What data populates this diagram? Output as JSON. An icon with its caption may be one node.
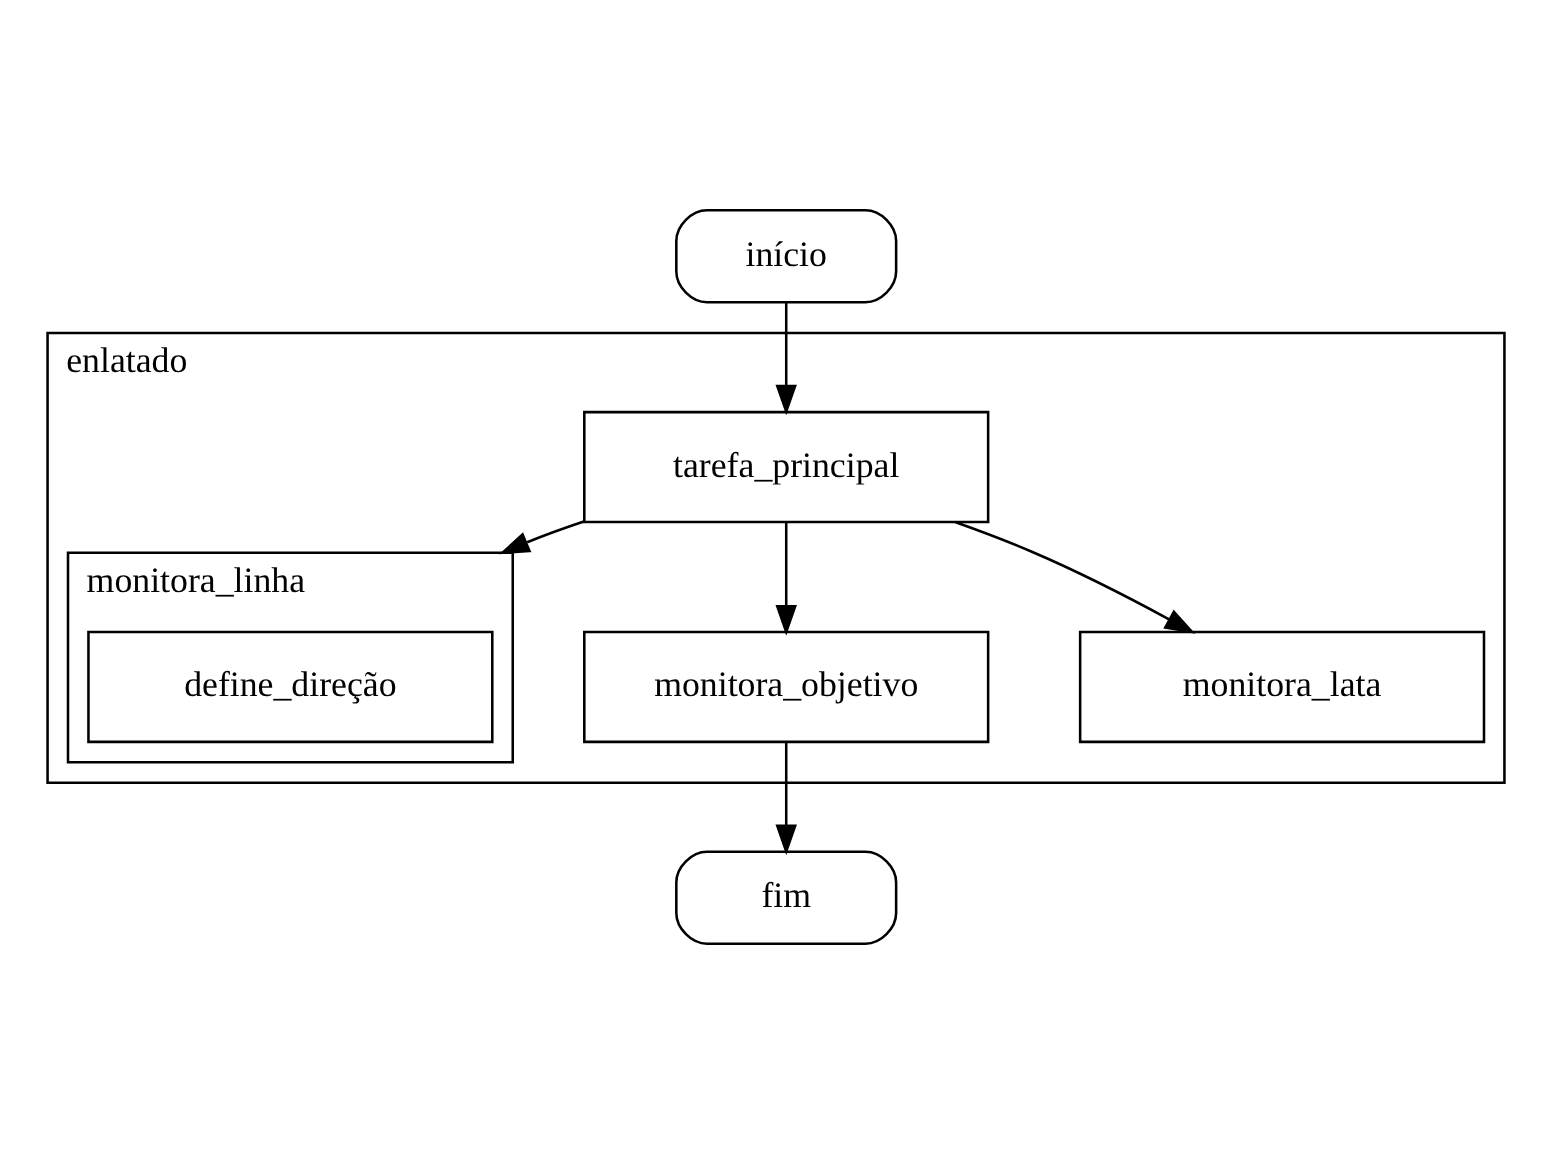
{
  "diagram": {
    "nodes": [
      {
        "text": [
          "início"
        ]
      },
      {
        "text": [
          "enlatado"
        ]
      },
      {
        "text": [
          "tarefa_principal"
        ],
        "in": 1
      },
      {
        "text": [
          "monitora_linha"
        ],
        "in": 1
      },
      {
        "text": [
          "define_direção"
        ],
        "in": 3
      },
      {
        "text": [
          "monitora_objetivo"
        ],
        "in": 1
      },
      {
        "text": [
          "monitora_lata"
        ],
        "in": 1
      },
      {
        "text": [
          "fim"
        ]
      }
    ],
    "edges": [
      {
        "from": 0,
        "to": 2,
        "arrow": "to"
      },
      {
        "from": 2,
        "to": 3,
        "arrow": "to"
      },
      {
        "from": 2,
        "to": 5,
        "arrow": "to"
      },
      {
        "from": 2,
        "to": 6,
        "arrow": "to"
      },
      {
        "from": 5,
        "to": 7,
        "arrow": "to"
      }
    ]
  }
}
